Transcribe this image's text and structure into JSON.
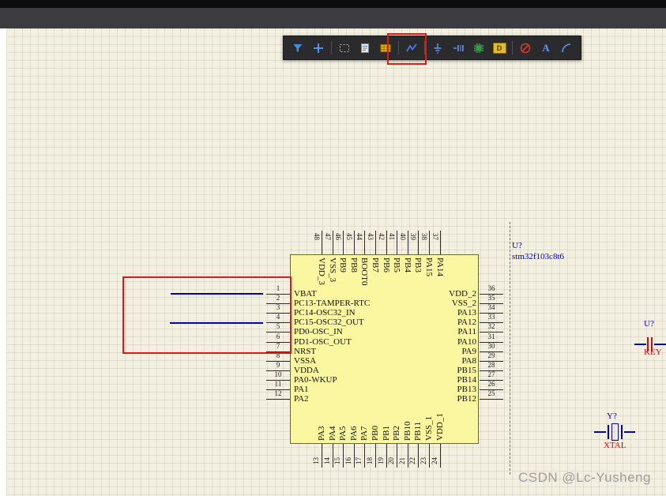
{
  "toolbar": {
    "text_label": "A",
    "part_label": "D",
    "icons": [
      "filter-icon",
      "crosshair-icon",
      "selection-rect-icon",
      "document-icon",
      "grid-icon",
      "wire-icon",
      "gnd-icon",
      "power-port-icon",
      "chip-icon",
      "part-d-icon",
      "no-erc-icon",
      "text-icon",
      "arc-icon"
    ],
    "highlighted_icon": "wire-icon"
  },
  "mcu": {
    "designator": "U?",
    "comment": "stm32f103c8t6",
    "left_pins": [
      {
        "num": "1",
        "name": "VBAT"
      },
      {
        "num": "2",
        "name": "PC13-TAMPER-RTC"
      },
      {
        "num": "3",
        "name": "PC14-OSC32_IN"
      },
      {
        "num": "4",
        "name": "PC15-OSC32_OUT"
      },
      {
        "num": "5",
        "name": "PD0-OSC_IN"
      },
      {
        "num": "6",
        "name": "PD1-OSC_OUT"
      },
      {
        "num": "7",
        "name": "NRST"
      },
      {
        "num": "8",
        "name": "VSSA"
      },
      {
        "num": "9",
        "name": "VDDA"
      },
      {
        "num": "10",
        "name": "PA0-WKUP"
      },
      {
        "num": "11",
        "name": "PA1"
      },
      {
        "num": "12",
        "name": "PA2"
      }
    ],
    "right_pins": [
      {
        "num": "36",
        "name": "VDD_2"
      },
      {
        "num": "35",
        "name": "VSS_2"
      },
      {
        "num": "34",
        "name": "PA13"
      },
      {
        "num": "33",
        "name": "PA12"
      },
      {
        "num": "32",
        "name": "PA11"
      },
      {
        "num": "31",
        "name": "PA10"
      },
      {
        "num": "30",
        "name": "PA9"
      },
      {
        "num": "29",
        "name": "PA8"
      },
      {
        "num": "28",
        "name": "PB15"
      },
      {
        "num": "27",
        "name": "PB14"
      },
      {
        "num": "26",
        "name": "PB13"
      },
      {
        "num": "25",
        "name": "PB12"
      }
    ],
    "top_pins": [
      {
        "num": "48",
        "name": "VDD_3"
      },
      {
        "num": "47",
        "name": "VSS_3"
      },
      {
        "num": "46",
        "name": "PB9"
      },
      {
        "num": "45",
        "name": "PB8"
      },
      {
        "num": "44",
        "name": "BOOT0"
      },
      {
        "num": "43",
        "name": "PB7"
      },
      {
        "num": "42",
        "name": "PB6"
      },
      {
        "num": "41",
        "name": "PB5"
      },
      {
        "num": "40",
        "name": "PB4"
      },
      {
        "num": "39",
        "name": "PB3"
      },
      {
        "num": "38",
        "name": "PA15"
      },
      {
        "num": "37",
        "name": "PA14"
      }
    ],
    "bottom_pins": [
      {
        "num": "13",
        "name": "PA3"
      },
      {
        "num": "14",
        "name": "PA4"
      },
      {
        "num": "15",
        "name": "PA5"
      },
      {
        "num": "16",
        "name": "PA6"
      },
      {
        "num": "17",
        "name": "PA7"
      },
      {
        "num": "18",
        "name": "PB0"
      },
      {
        "num": "19",
        "name": "PB1"
      },
      {
        "num": "20",
        "name": "PB2"
      },
      {
        "num": "21",
        "name": "PB10"
      },
      {
        "num": "22",
        "name": "PB11"
      },
      {
        "num": "23",
        "name": "VSS_1"
      },
      {
        "num": "24",
        "name": "VDD_1"
      }
    ]
  },
  "key": {
    "designator": "U?",
    "comment": "KEY"
  },
  "crystal": {
    "designator": "Y?",
    "comment": "XTAL"
  },
  "watermark": "CSDN @Lc-Yusheng",
  "colors": {
    "wire": "#0202a0",
    "body_fill": "#fbf7a0",
    "highlight": "#e51818",
    "designator_blue": "#0202c8",
    "comment_red": "#c01212"
  }
}
